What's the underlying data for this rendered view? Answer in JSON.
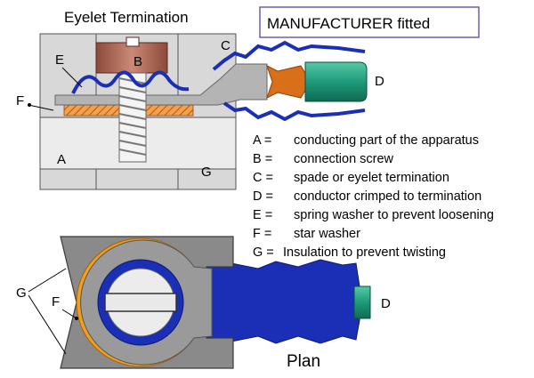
{
  "titles": {
    "main": "Eyelet Termination",
    "badge": "MANUFACTURER fitted",
    "plan": "Plan"
  },
  "labels": {
    "A": "A",
    "B": "B",
    "C": "C",
    "D_top": "D",
    "E": "E",
    "F_top": "F",
    "G_top": "G",
    "D_plan": "D",
    "F_plan": "F",
    "G_plan": "G"
  },
  "legend": [
    {
      "key": "A =",
      "text": "conducting part of the apparatus"
    },
    {
      "key": "B =",
      "text": "connection screw"
    },
    {
      "key": "C =",
      "text": "spade or eyelet termination"
    },
    {
      "key": "D =",
      "text": "conductor crimped to termination"
    },
    {
      "key": "E =",
      "text": "spring washer to prevent loosening"
    },
    {
      "key": "F =",
      "text": "star washer"
    },
    {
      "key": "G =",
      "text": "Insulation to prevent twisting"
    }
  ],
  "colors": {
    "body_gray": "#d8d8d8",
    "dark_gray": "#8a8a8a",
    "screw_head": "#b8705a",
    "blue": "#1a2fb5",
    "copper": "#e07b20",
    "teal": "#1e9a7a",
    "orange_ring": "#f0a020",
    "badge_border": "#6a5fb0"
  }
}
